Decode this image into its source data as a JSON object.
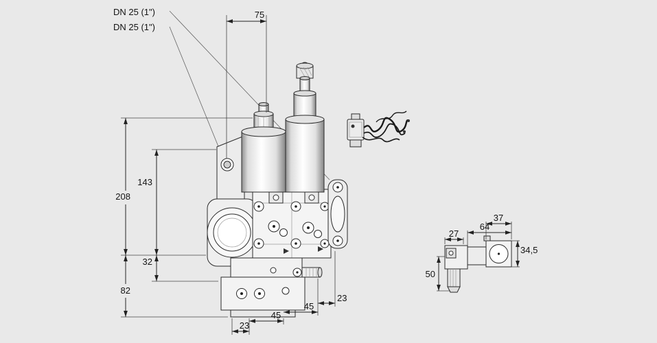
{
  "page": {
    "background": "#e9e9e9",
    "line_color": "#222222"
  },
  "annotations": {
    "dn_label_1": "DN 25 (1\")",
    "dn_label_2": "DN 25 (1\")"
  },
  "dimensions": {
    "top_offset": "75",
    "total_height": "208",
    "actuator_height": "143",
    "body_offset": "32",
    "lower_height": "82",
    "bottom_edge_left": "23",
    "bottom_span_left": "45",
    "bottom_span_right": "45",
    "bottom_edge_right": "23",
    "acc_coil_width": "27",
    "acc_total_width": "64",
    "acc_body_width": "37",
    "acc_height": "34,5",
    "acc_lower_height": "50"
  }
}
